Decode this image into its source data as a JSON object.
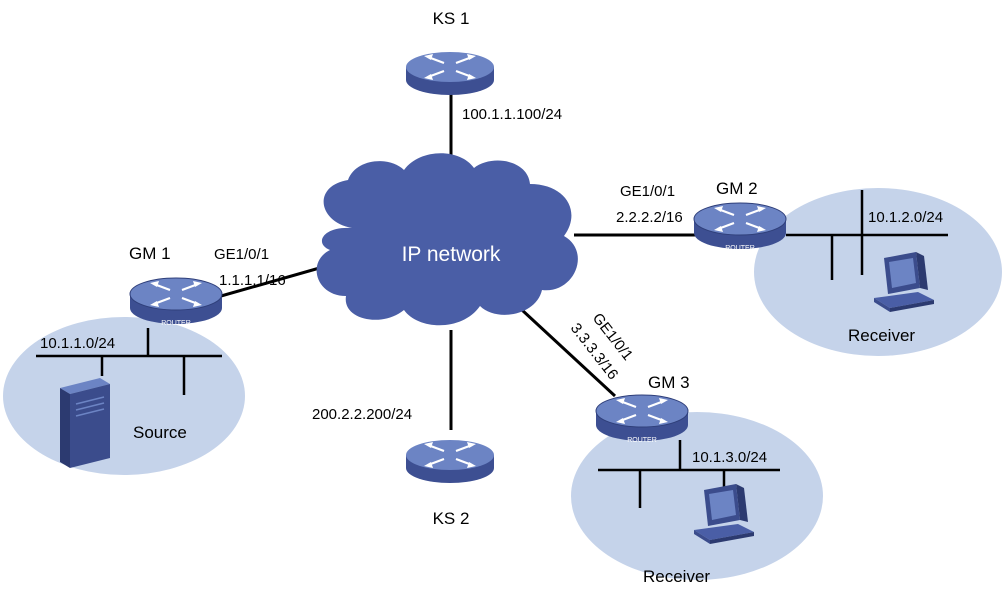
{
  "cloud": {
    "label": "IP network"
  },
  "ks1": {
    "name": "KS 1",
    "ip": "100.1.1.100/24"
  },
  "ks2": {
    "name": "KS 2",
    "ip": "200.2.2.200/24"
  },
  "gm1": {
    "name": "GM 1",
    "iface": "GE1/0/1",
    "ip": "1.1.1.1/16",
    "lan": "10.1.1.0/24",
    "host": "Source",
    "router_text": "ROUTER"
  },
  "gm2": {
    "name": "GM 2",
    "iface": "GE1/0/1",
    "ip": "2.2.2.2/16",
    "lan": "10.1.2.0/24",
    "host": "Receiver",
    "router_text": "ROUTER"
  },
  "gm3": {
    "name": "GM 3",
    "iface": "GE1/0/1",
    "ip": "3.3.3.3/16",
    "lan": "10.1.3.0/24",
    "host": "Receiver",
    "router_text": "ROUTER"
  },
  "colors": {
    "cloud": "#4a5ea6",
    "router_top": "#6c84c4",
    "router_side": "#3d4f92",
    "lan_ellipse": "#c5d3ea",
    "device": "#3b4c8c"
  }
}
